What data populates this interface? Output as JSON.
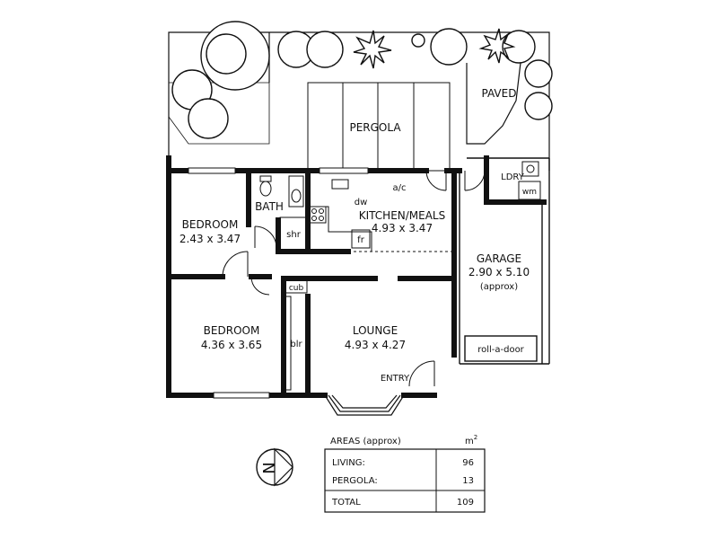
{
  "rooms": {
    "bedroom1": {
      "name": "BEDROOM",
      "dims": "2.43 x 3.47"
    },
    "bedroom2": {
      "name": "BEDROOM",
      "dims": "4.36 x 3.65"
    },
    "bath": {
      "name": "BATH"
    },
    "shower": {
      "name": "shr"
    },
    "kitchen": {
      "name": "KITCHEN/MEALS",
      "dims": "4.93 x 3.47"
    },
    "lounge": {
      "name": "LOUNGE",
      "dims": "4.93 x 4.27"
    },
    "garage": {
      "name": "GARAGE",
      "dims": "2.90 x 5.10",
      "note": "(approx)"
    },
    "laundry": {
      "name": "LDRY"
    },
    "entry": {
      "name": "ENTRY"
    }
  },
  "fixtures": {
    "dw": "dw",
    "ac": "a/c",
    "fr": "fr",
    "cub": "cub",
    "blr": "blr",
    "wm": "wm",
    "roll_door": "roll-a-door"
  },
  "outdoor": {
    "pergola": "PERGOLA",
    "paved": "PAVED"
  },
  "compass": {
    "letter": "N"
  },
  "areas": {
    "title": "AREAS (approx)",
    "unit": "m",
    "unit_sup": "2",
    "rows": [
      {
        "label": "LIVING:",
        "value": "96"
      },
      {
        "label": "PERGOLA:",
        "value": "13"
      }
    ],
    "total": {
      "label": "TOTAL",
      "value": "109"
    }
  }
}
